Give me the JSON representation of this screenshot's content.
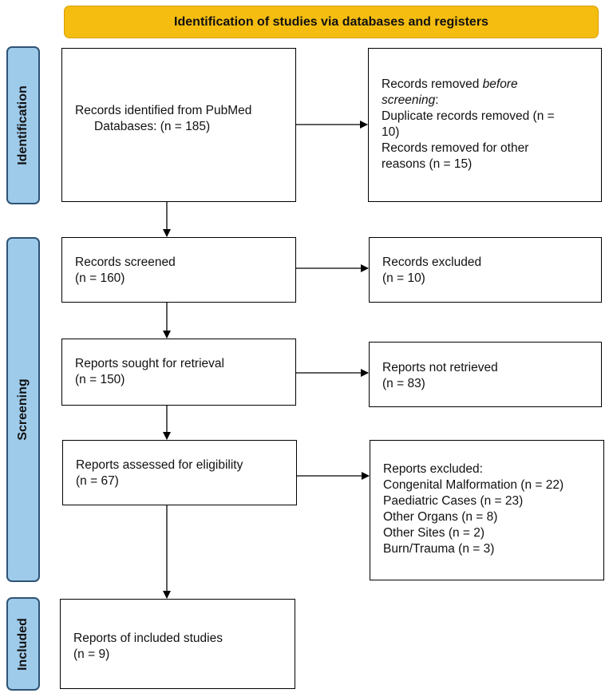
{
  "banner": {
    "title": "Identification of studies via databases and registers"
  },
  "phases": {
    "identification": "Identification",
    "screening": "Screening",
    "included": "Included"
  },
  "boxes": {
    "identified": {
      "line1": "Records identified from PubMed",
      "line2": "Databases: (n = 185)"
    },
    "removed": {
      "line1": "Records removed ",
      "line1_italic": "before",
      "line2_italic": "screening",
      "line2_suffix": ":",
      "line3": "Duplicate records removed  (n =",
      "line4": "10)",
      "line5": "Records removed for other",
      "line6": "reasons (n = 15)"
    },
    "screened": {
      "line1": "Records screened",
      "line2": "(n = 160)"
    },
    "excluded": {
      "line1": "Records excluded",
      "line2": "(n = 10)"
    },
    "sought": {
      "line1": "Reports sought for retrieval",
      "line2": "(n = 150)"
    },
    "not_retrieved": {
      "line1": "Reports not retrieved",
      "line2": "(n = 83)"
    },
    "assessed": {
      "line1": "Reports assessed for eligibility",
      "line2": "(n = 67)"
    },
    "reports_excluded": {
      "heading": "Reports excluded:",
      "items": [
        "Congenital Malformation (n = 22)",
        "Paediatric Cases (n = 23)",
        "Other Organs (n = 8)",
        "Other Sites (n = 2)",
        "Burn/Trauma (n = 3)"
      ]
    },
    "included": {
      "line1": "Reports of included studies",
      "line2": "(n = 9)"
    }
  },
  "colors": {
    "banner_fill": "#f5bd10",
    "phase_fill": "#9fcbeb",
    "phase_border": "#2f5374"
  }
}
